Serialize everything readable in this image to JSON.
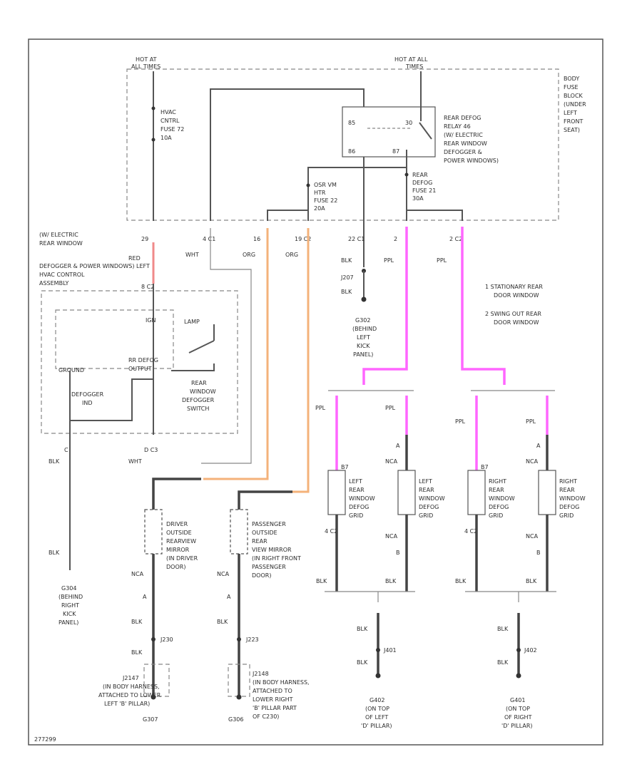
{
  "colors": {
    "red": "#f08a8a",
    "orange": "#f4b27a",
    "pink": "#ff66ff",
    "wire": "#555555",
    "frame": "#555555"
  },
  "labels": {
    "hot_at_all_times_1": "HOT AT",
    "hot_at_all_times_2": "ALL TIMES",
    "hot_at_all_1": "HOT AT ALL",
    "hot_at_all_2": "TIMES",
    "fuse_block": [
      "BODY",
      "FUSE",
      "BLOCK",
      "(UNDER",
      "LEFT",
      "FRONT",
      "SEAT)"
    ],
    "hvac_fuse": [
      "HVAC",
      "CNTRL",
      "FUSE 72",
      "10A"
    ],
    "relay_title": [
      "REAR DEFOG",
      "RELAY 46",
      "(W/ ELECTRIC",
      "REAR WINDOW",
      "DEFOGGER &",
      "POWER WINDOWS)"
    ],
    "relay_pin_85": "85",
    "relay_pin_86": "86",
    "relay_pin_30": "30",
    "relay_pin_87": "87",
    "osrvm_fuse": [
      "OSR VM",
      "HTR",
      "FUSE 22",
      "20A"
    ],
    "rear_defog_fuse": [
      "REAR",
      "DEFOG",
      "FUSE 21",
      "30A"
    ],
    "conn_29": "29",
    "conn_4c1": "4  C1",
    "conn_16": "16",
    "conn_19c2": "19  C2",
    "conn_22c1": "22  C1",
    "conn_2a": "2",
    "conn_2c2": "2  C2",
    "wire_red": "RED",
    "wire_wht": "WHT",
    "wire_org_1": "ORG",
    "wire_org_2": "ORG",
    "wire_blk_1": "BLK",
    "wire_blk_2": "BLK",
    "wire_ppl_1": "PPL",
    "wire_ppl_2": "PPL",
    "splice_j207": "J207",
    "ground_g302": [
      "G302",
      "(BEHIND",
      "LEFT",
      "KICK",
      "PANEL)"
    ],
    "note_1": [
      "1   STATIONARY REAR",
      "DOOR WINDOW"
    ],
    "note_2": [
      "2   SWING OUT REAR",
      "DOOR WINDOW"
    ],
    "hvac_control_title": [
      "(W/ ELECTRIC",
      "REAR WINDOW",
      "DEFOGGER & POWER WINDOWS) LEFT",
      "HVAC CONTROL",
      "ASSEMBLY"
    ],
    "conn_8c2": "8  C2",
    "ign": "IGN",
    "lamp": "LAMP",
    "ground_lbl": "GROUND",
    "rr_defog_output": [
      "RR DEFOG",
      "OUTPUT"
    ],
    "defogger_ind": [
      "DEFOGGER",
      "IND"
    ],
    "switch_label": [
      "REAR",
      "WINDOW",
      "DEFOGGER",
      "SWITCH"
    ],
    "conn_c": "C",
    "conn_dc3": "D  C3",
    "wire_blk_3": "BLK",
    "wire_wht_2": "WHT",
    "wire_blk_4": "BLK",
    "ground_g304": [
      "G304",
      "(BEHIND",
      "RIGHT",
      "KICK",
      "PANEL)"
    ],
    "driver_mirror": [
      "DRIVER",
      "OUTSIDE",
      "REARVIEW",
      "MIRROR",
      "(IN DRIVER",
      "DOOR)"
    ],
    "pass_mirror": [
      "PASSENGER",
      "OUTSIDE",
      "REAR",
      "VIEW MIRROR",
      "(IN RIGHT FRONT",
      "PASSENGER",
      "DOOR)"
    ],
    "wire_nca_1": "NCA",
    "wire_nca_2": "NCA",
    "pin_a_1": "A",
    "pin_a_2": "A",
    "wire_blk_d1": "BLK",
    "wire_blk_d2": "BLK",
    "wire_blk_p1": "BLK",
    "j230": "J230",
    "j223": "J223",
    "j2147_label": [
      "J2147",
      "(IN BODY HARNESS,",
      "ATTACHED TO LOWER",
      "LEFT 'B' PILLAR)"
    ],
    "j2148_label": [
      "J2148",
      "(IN BODY HARNESS,",
      "ATTACHED TO",
      "LOWER RIGHT",
      "'B' PILLAR PART",
      "OF C230)"
    ],
    "g307": "G307",
    "g306": "G306",
    "ppl_a": "PPL",
    "ppl_b": "PPL",
    "ppl_c": "PPL",
    "ppl_d": "PPL",
    "left_grid_1": [
      "LEFT",
      "REAR",
      "WINDOW",
      "DEFOG",
      "GRID"
    ],
    "left_grid_2": [
      "LEFT",
      "REAR",
      "WINDOW",
      "DEFOG",
      "GRID"
    ],
    "right_grid_1": [
      "RIGHT",
      "REAR",
      "WINDOW",
      "DEFOG",
      "GRID"
    ],
    "right_grid_2": [
      "RIGHT",
      "REAR",
      "WINDOW",
      "DEFOG",
      "GRID"
    ],
    "grid_pin_b7_1": "B7",
    "grid_pin_a_1": "A",
    "grid_pin_4c2_1": "4  C2",
    "grid_nca_1": "NCA",
    "grid_nca_2": "NCA",
    "grid_pin_b_1": "B",
    "grid_blk_1": "BLK",
    "grid_blk_2": "BLK",
    "grid_pin_b7_2": "B7",
    "grid_pin_a_2": "A",
    "grid_pin_4c2_2": "4  C2",
    "grid_nca_3": "NCA",
    "grid_nca_4": "NCA",
    "grid_pin_b_2": "B",
    "grid_blk_3": "BLK",
    "grid_blk_4": "BLK",
    "blk_g_left_1": "BLK",
    "blk_g_left_2": "BLK",
    "j401": "J401",
    "g402": [
      "G402",
      "(ON TOP",
      "OF LEFT",
      "'D' PILLAR)"
    ],
    "blk_g_right_1": "BLK",
    "blk_g_right_2": "BLK",
    "j402": "J402",
    "g401": [
      "G401",
      "(ON TOP",
      "OF RIGHT",
      "'D' PILLAR)"
    ],
    "figure_id": "277299"
  }
}
